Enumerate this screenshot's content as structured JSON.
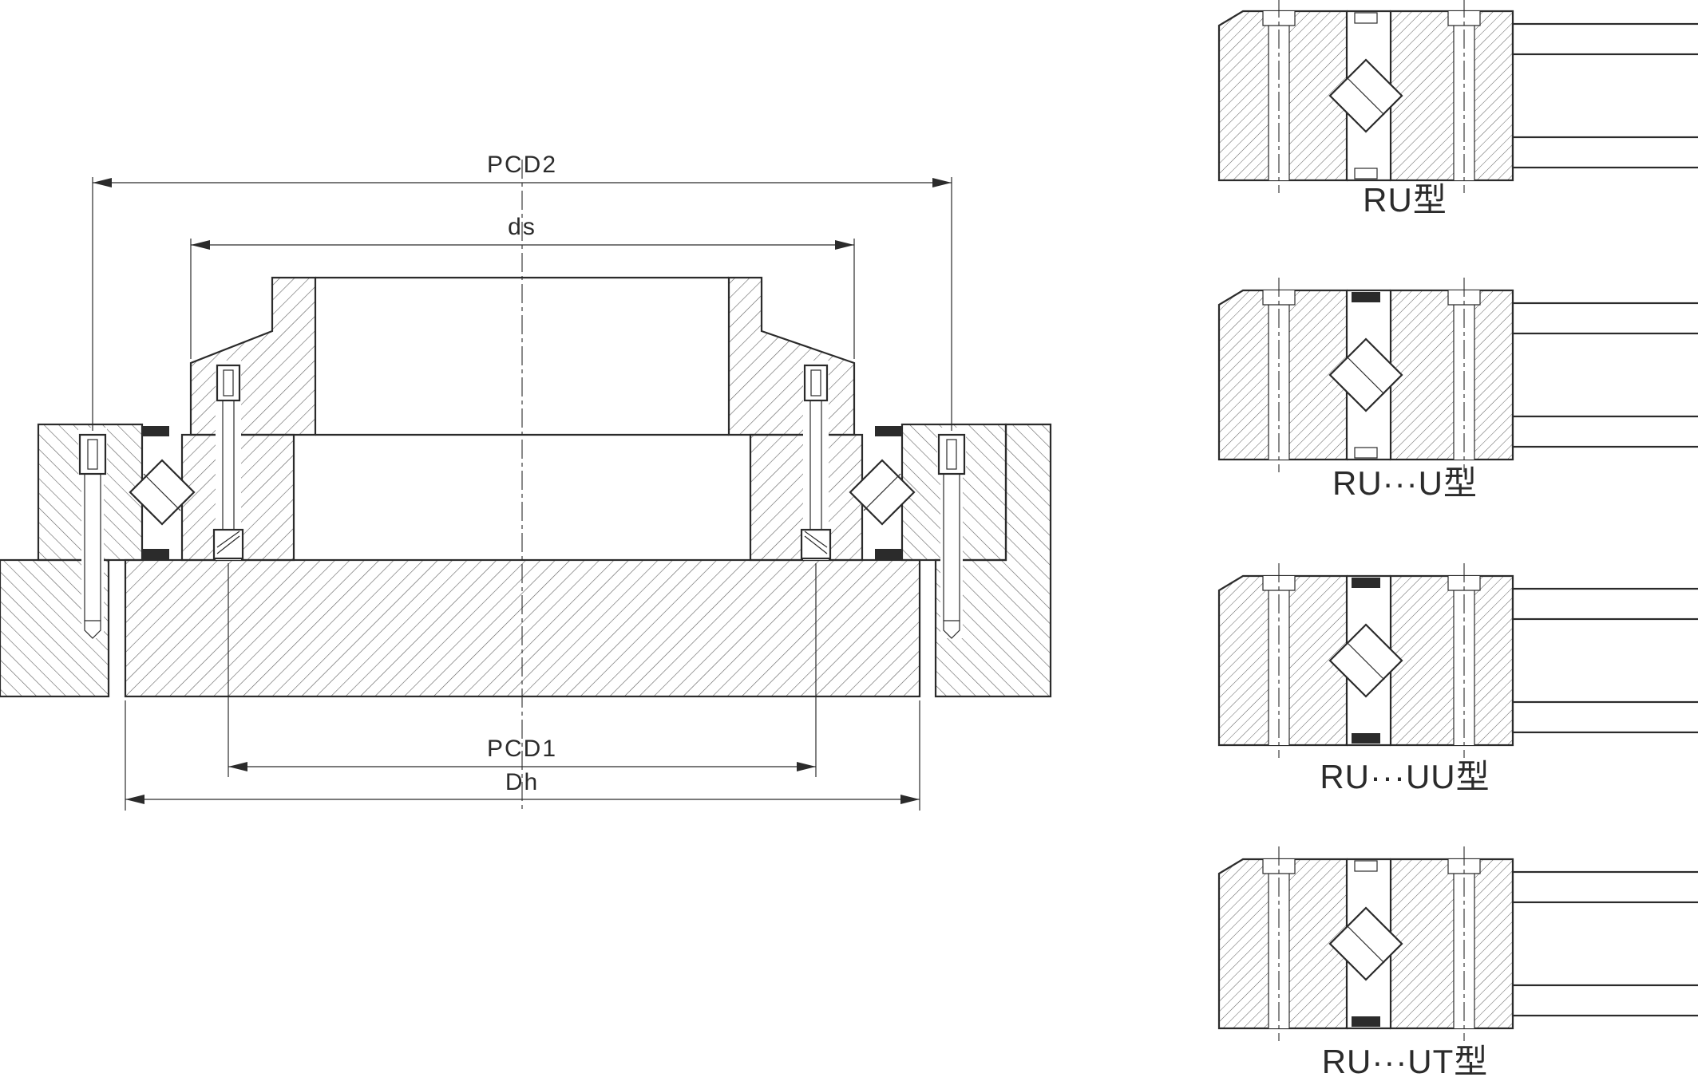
{
  "drawing": {
    "background": "#ffffff",
    "line_color": "#2b2b2b",
    "hatch_color": "#5f5f5f",
    "seal_color": "#2b2b2b",
    "main_view": {
      "dim_pcd2": "PCD2",
      "dim_ds": "ds",
      "dim_pcd1": "PCD1",
      "dim_dh": "Dh"
    },
    "detail_views": [
      {
        "label": "RU型"
      },
      {
        "label": "RU···U型"
      },
      {
        "label": "RU···UU型"
      },
      {
        "label": "RU···UT型"
      }
    ]
  }
}
